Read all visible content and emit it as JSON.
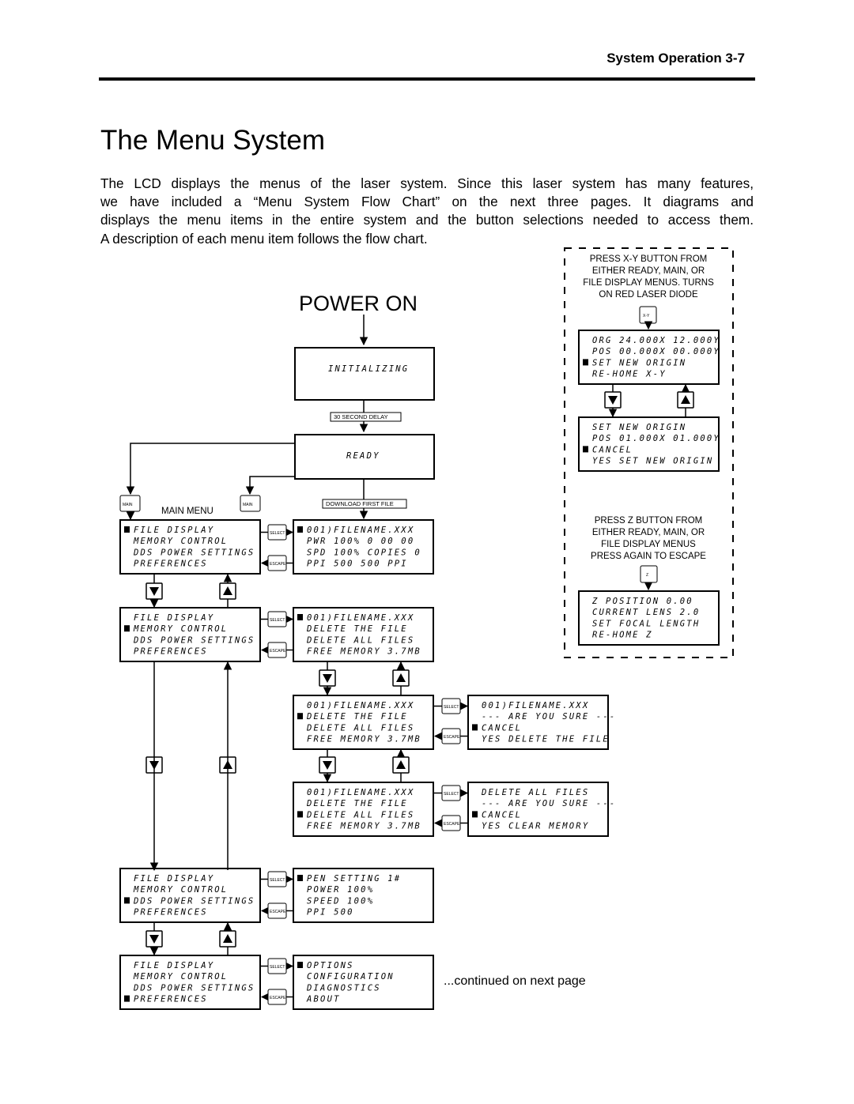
{
  "header": {
    "title": "System Operation    3-7"
  },
  "page_title": "The Menu System",
  "intro": {
    "lines": [
      "The LCD displays the menus of the laser system.  Since this laser system has many features,",
      "we have included a “Menu System Flow Chart” on the next three pages.  It diagrams and",
      "displays the menu items in the entire system and the button selections needed to access them.",
      "A description of each menu item follows the flow chart."
    ]
  },
  "flow": {
    "power_on": "POWER ON",
    "initializing": "INITIALIZING",
    "delay_label": "30 SECOND DELAY",
    "ready": "READY",
    "download_label": "DOWNLOAD FIRST FILE",
    "main_menu_label": "MAIN MENU",
    "btn_main_left": "MAIN",
    "btn_main_right": "MAIN",
    "btn_select": "SELECT",
    "btn_escape": "ESCAPE",
    "btn_xy": "X-Y",
    "btn_z": "Z",
    "continued": "...continued on next page",
    "xy_note": [
      "PRESS X-Y BUTTON FROM",
      "EITHER READY, MAIN, OR",
      "FILE DISPLAY MENUS. TURNS",
      "ON RED LASER DIODE"
    ],
    "z_note": [
      "PRESS Z BUTTON FROM",
      "EITHER READY, MAIN, OR",
      "FILE DISPLAY MENUS",
      "PRESS AGAIN TO ESCAPE"
    ],
    "screens": {
      "main1": [
        "FILE DISPLAY",
        "MEMORY CONTROL",
        "DDS POWER SETTINGS",
        "PREFERENCES"
      ],
      "main2": [
        "FILE DISPLAY",
        "MEMORY CONTROL",
        "DDS POWER SETTINGS",
        "PREFERENCES"
      ],
      "main3": [
        "FILE DISPLAY",
        "MEMORY CONTROL",
        "DDS POWER SETTINGS",
        "PREFERENCES"
      ],
      "main4": [
        "FILE DISPLAY",
        "MEMORY CONTROL",
        "DDS POWER SETTINGS",
        "PREFERENCES"
      ],
      "file_display": [
        "001)FILENAME.XXX",
        "PWR  100%  0 00 00",
        "SPD  100%  COPIES  0",
        "PPI   500   500  PPI"
      ],
      "memory1": [
        "001)FILENAME.XXX",
        "DELETE THE FILE",
        "DELETE ALL FILES",
        "FREE MEMORY   3.7MB"
      ],
      "memory2": [
        "001)FILENAME.XXX",
        "DELETE THE FILE",
        "DELETE ALL FILES",
        "FREE MEMORY   3.7MB"
      ],
      "memory3": [
        "001)FILENAME.XXX",
        "DELETE THE FILE",
        "DELETE ALL FILES",
        "FREE MEMORY   3.7MB"
      ],
      "confirm_file": [
        "001)FILENAME.XXX",
        "--- ARE YOU SURE ---",
        "CANCEL",
        "YES DELETE THE FILE"
      ],
      "confirm_all": [
        "DELETE ALL FILES",
        "--- ARE YOU SURE ---",
        "CANCEL",
        "YES CLEAR MEMORY"
      ],
      "power": [
        "PEN SETTING      1#",
        "POWER         100%",
        "SPEED         100%",
        "PPI            500"
      ],
      "prefs": [
        "OPTIONS",
        "CONFIGURATION",
        "DIAGNOSTICS",
        "ABOUT"
      ],
      "xy1": [
        "ORG 24.000X 12.000Y",
        "POS 00.000X 00.000Y",
        "SET NEW ORIGIN",
        "RE-HOME X-Y"
      ],
      "xy2": [
        "SET NEW ORIGIN",
        "POS 01.000X 01.000Y",
        "CANCEL",
        "YES SET NEW ORIGIN"
      ],
      "z": [
        "Z POSITION     0.00",
        "CURRENT LENS   2.0",
        "SET FOCAL LENGTH",
        "RE-HOME Z"
      ]
    }
  }
}
